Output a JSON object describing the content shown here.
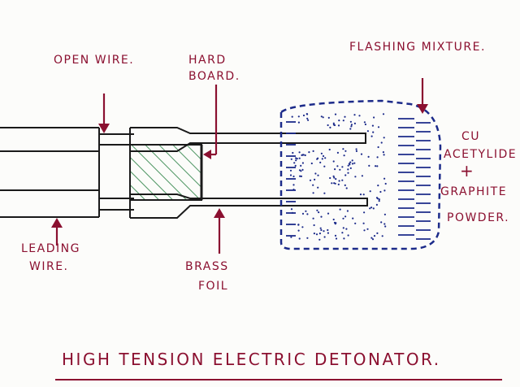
{
  "title": "HIGH TENSION ELECTRIC DETONATOR.",
  "labels": {
    "open_wire": "OPEN WIRE.",
    "hard_board_1": "HARD",
    "hard_board_2": "BOARD.",
    "flashing_mixture": "FLASHING MIXTURE.",
    "leading_wire_1": "LEADING",
    "leading_wire_2": "WIRE.",
    "brass_foil_1": "BRASS",
    "brass_foil_2": "FOIL",
    "cu_1": "CU",
    "cu_2": "ACETYLIDE",
    "plus": "+",
    "cu_3": "GRAPHITE",
    "cu_4": "POWDER."
  },
  "colors": {
    "ink": "#1a1a1a",
    "annotation": "#8b1030",
    "hatch": "#1f7a3a",
    "mixture": "#1c2b8a"
  }
}
